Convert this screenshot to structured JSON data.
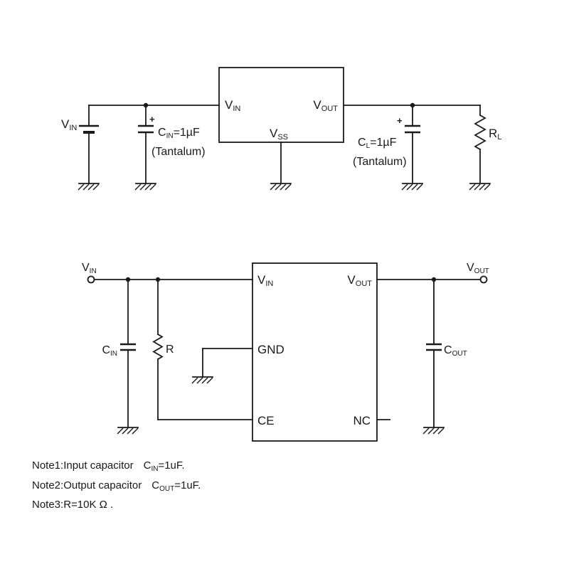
{
  "top_circuit": {
    "source_label": {
      "main": "V",
      "sub": "IN"
    },
    "ic": {
      "pin_vin": {
        "main": "V",
        "sub": "IN"
      },
      "pin_vout": {
        "main": "V",
        "sub": "OUT"
      },
      "pin_vss": {
        "main": "V",
        "sub": "SS"
      }
    },
    "cin": {
      "plus": "+",
      "name": "C",
      "sub": "IN",
      "value": "=1µF",
      "type": "(Tantalum)"
    },
    "cl": {
      "plus": "+",
      "name": "C",
      "sub": "L",
      "value": "=1µF",
      "type": "(Tantalum)"
    },
    "rl": {
      "main": "R",
      "sub": "L"
    }
  },
  "bottom_circuit": {
    "vin_terminal": {
      "main": "V",
      "sub": "IN"
    },
    "vout_terminal": {
      "main": "V",
      "sub": "OUT"
    },
    "ic": {
      "pin_vin": {
        "main": "V",
        "sub": "IN"
      },
      "pin_gnd": "GND",
      "pin_ce": "CE",
      "pin_vout": {
        "main": "V",
        "sub": "OUT"
      },
      "pin_nc": "NC"
    },
    "cin": {
      "main": "C",
      "sub": "IN"
    },
    "r": "R",
    "cout": {
      "main": "C",
      "sub": "OUT"
    }
  },
  "notes": {
    "n1": {
      "prefix": "Note1:Input capacitor",
      "c": "C",
      "sub": "IN",
      "rest": "=1uF."
    },
    "n2": {
      "prefix": "Note2:Output capacitor",
      "c": "C",
      "sub": "OUT",
      "rest": "=1uF."
    },
    "n3": "Note3:R=10K Ω ."
  },
  "colors": {
    "line": "#1a1a1a",
    "background": "#ffffff"
  }
}
